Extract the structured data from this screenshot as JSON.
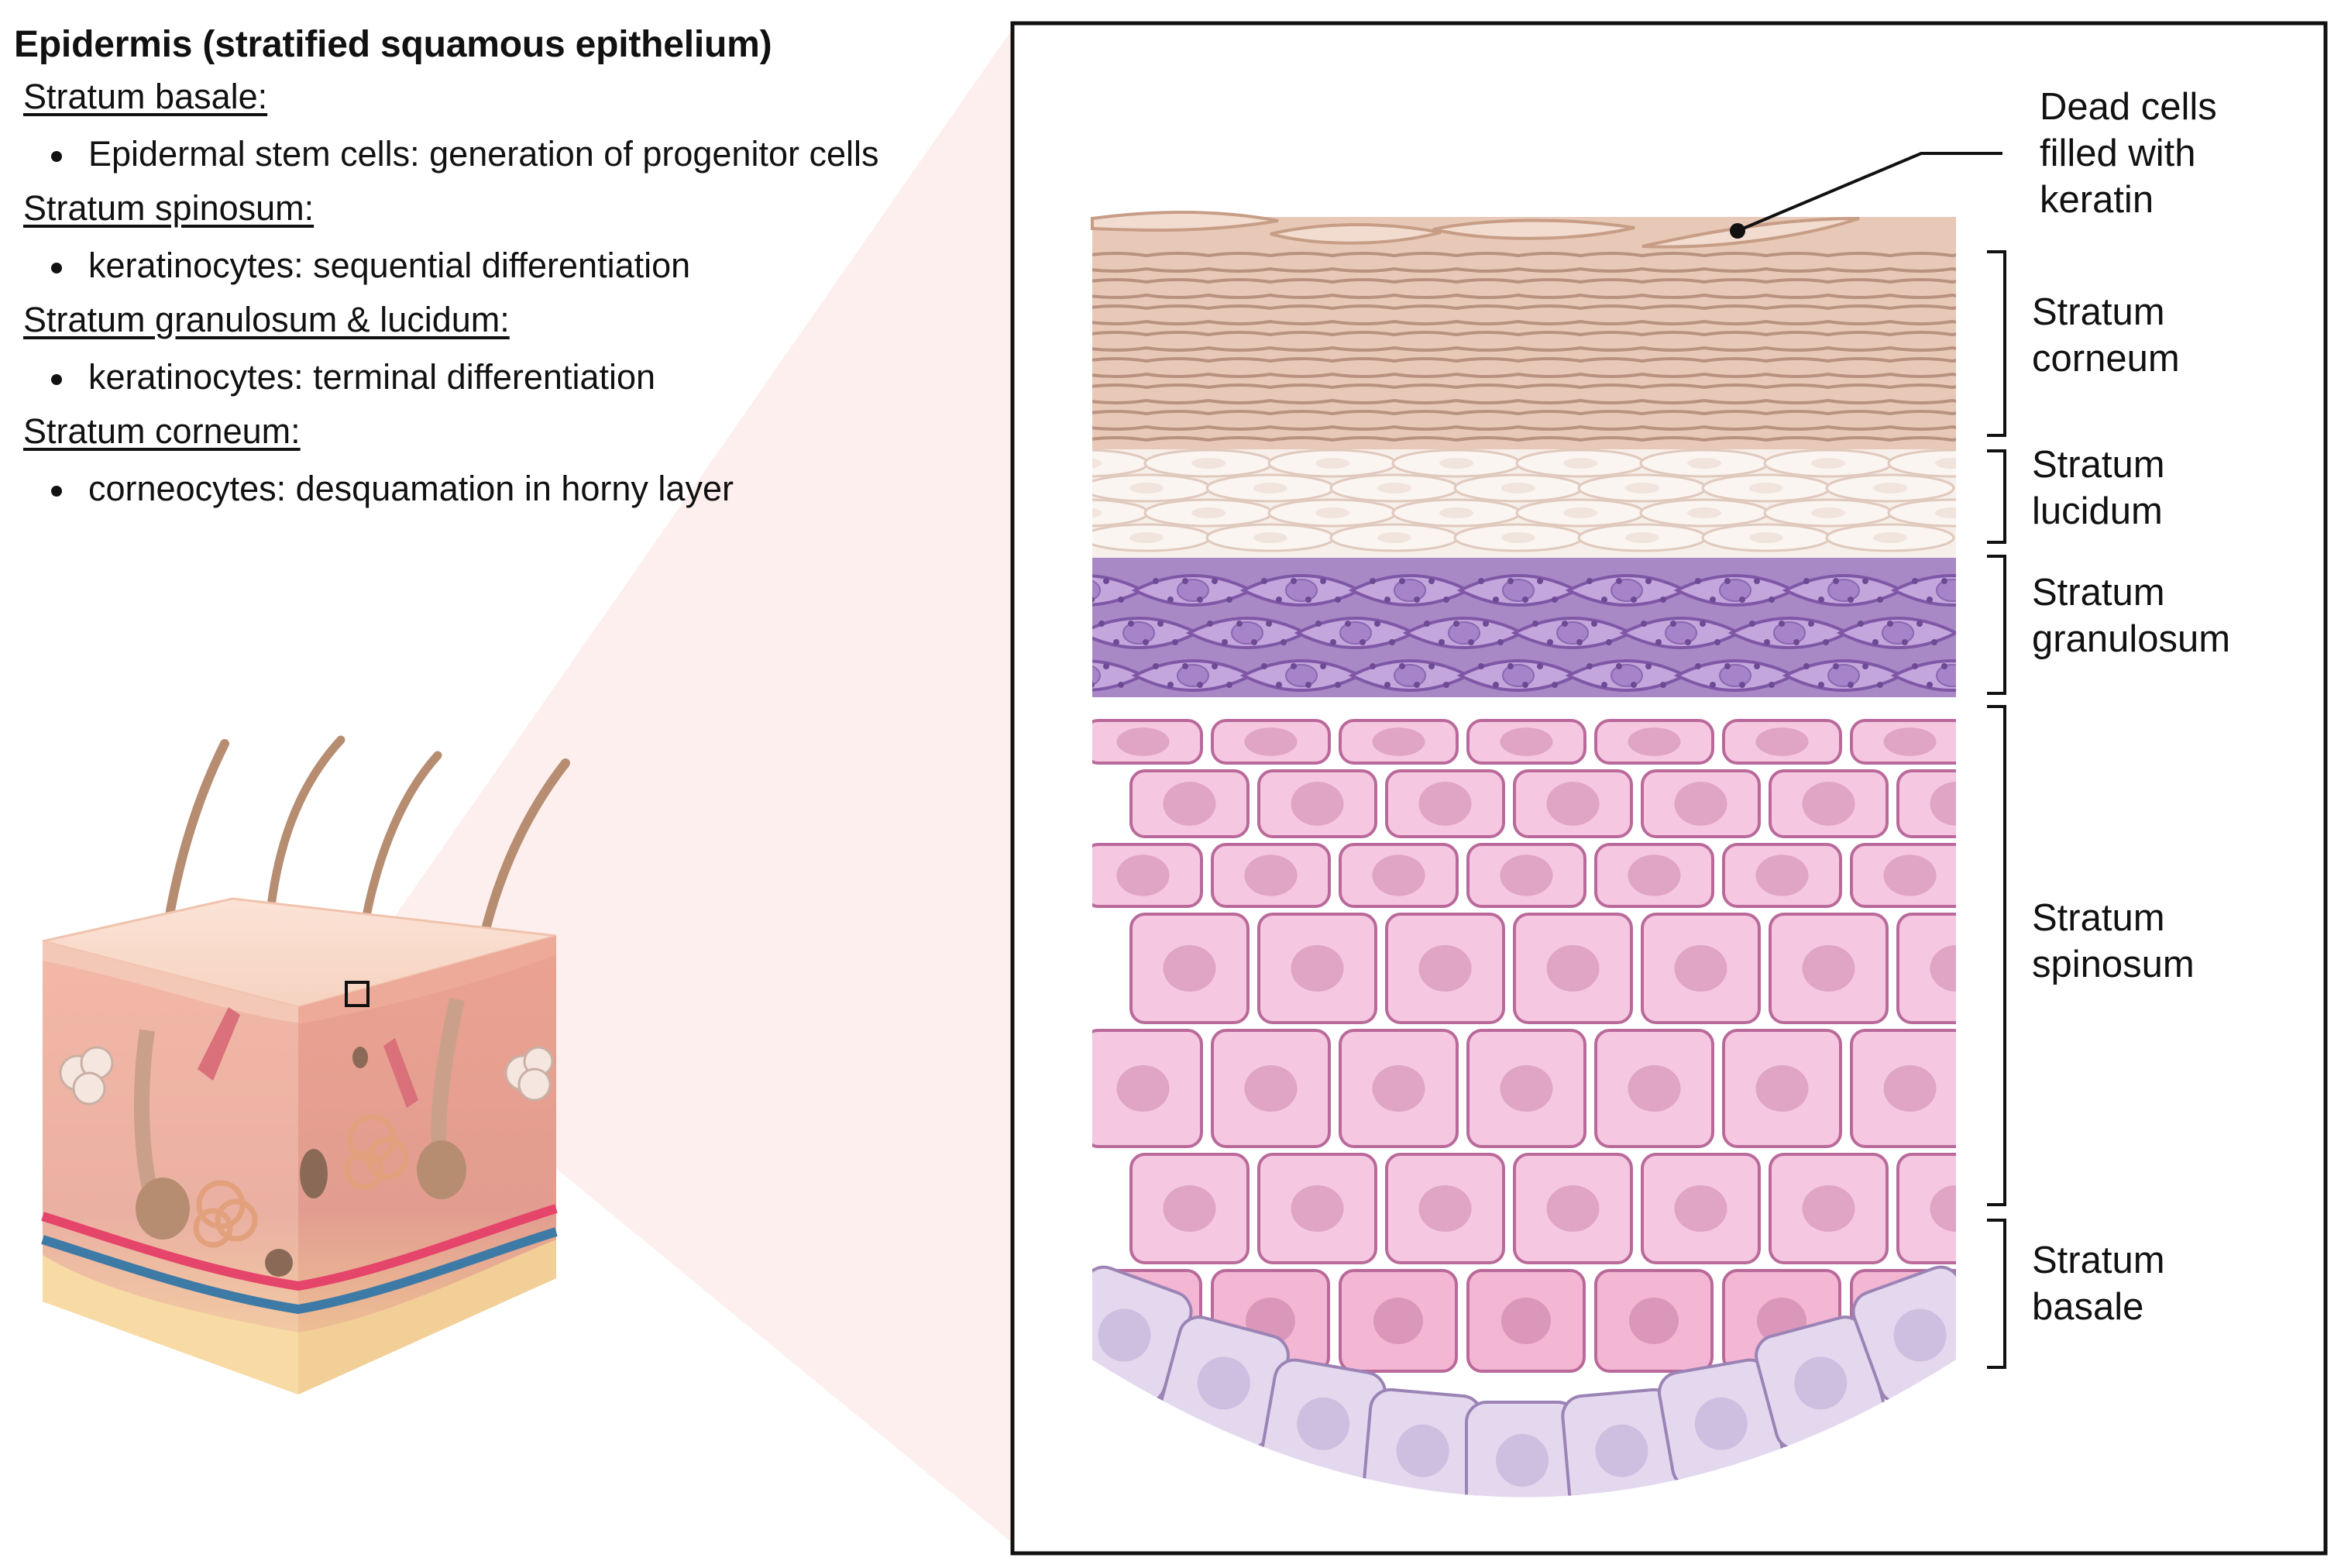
{
  "title": "Epidermis (stratified squamous epithelium)",
  "sections": [
    {
      "heading": "Stratum basale:",
      "bullet": "Epidermal stem cells: generation of progenitor cells"
    },
    {
      "heading": "Stratum spinosum:",
      "bullet": "keratinocytes: sequential differentiation"
    },
    {
      "heading": "Stratum granulosum & lucidum:",
      "bullet": "keratinocytes: terminal differentiation"
    },
    {
      "heading": "Stratum corneum:",
      "bullet": "corneocytes: desquamation in  horny layer"
    }
  ],
  "callout": "Dead cells\nfilled with\nkeratin",
  "layer_labels": {
    "corneum": "Stratum\ncorneum",
    "lucidum": "Stratum\nlucidum",
    "granulosum": "Stratum\ngranulosum",
    "spinosum": "Stratum\nspinosum",
    "basale": "Stratum\nbasale"
  },
  "colors": {
    "corneum": "#e8c9b8",
    "lucidum": "#f7efe9",
    "granulosum": "#b99ad3",
    "spinosum": "#f5c7e0",
    "basale": "#e4d8ef",
    "zoom_cone": "#fdecea"
  },
  "icons": [
    "skin-cross-section-icon",
    "hair-icon",
    "zoom-indicator-icon"
  ]
}
